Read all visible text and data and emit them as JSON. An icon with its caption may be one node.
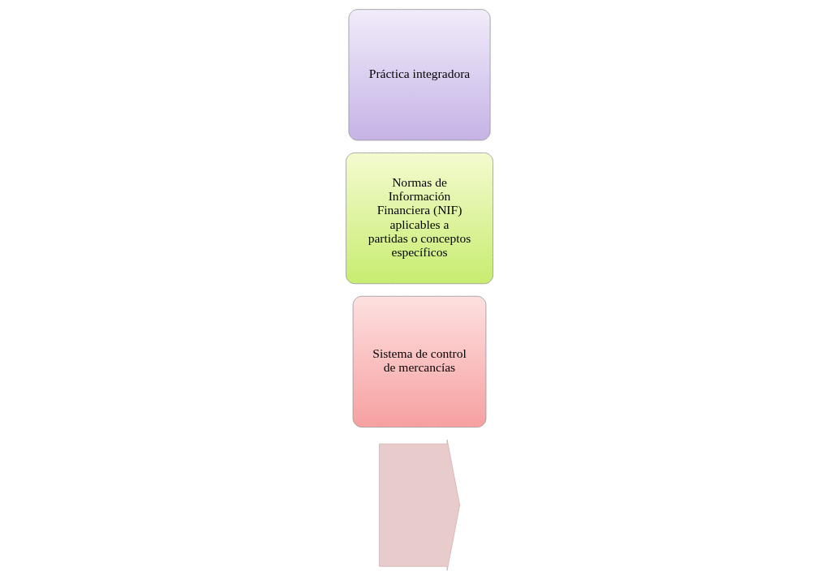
{
  "diagram": {
    "nodes": [
      {
        "text": [],
        "shape": "arrow"
      },
      {
        "text": [
          "Sistema de control de mercancías"
        ]
      },
      {
        "text": [
          "Normas de Información Financiera (NIF) aplicables a partidas o conceptos específicos"
        ]
      },
      {
        "text": [
          "Práctica integradora"
        ]
      }
    ],
    "edges": []
  }
}
